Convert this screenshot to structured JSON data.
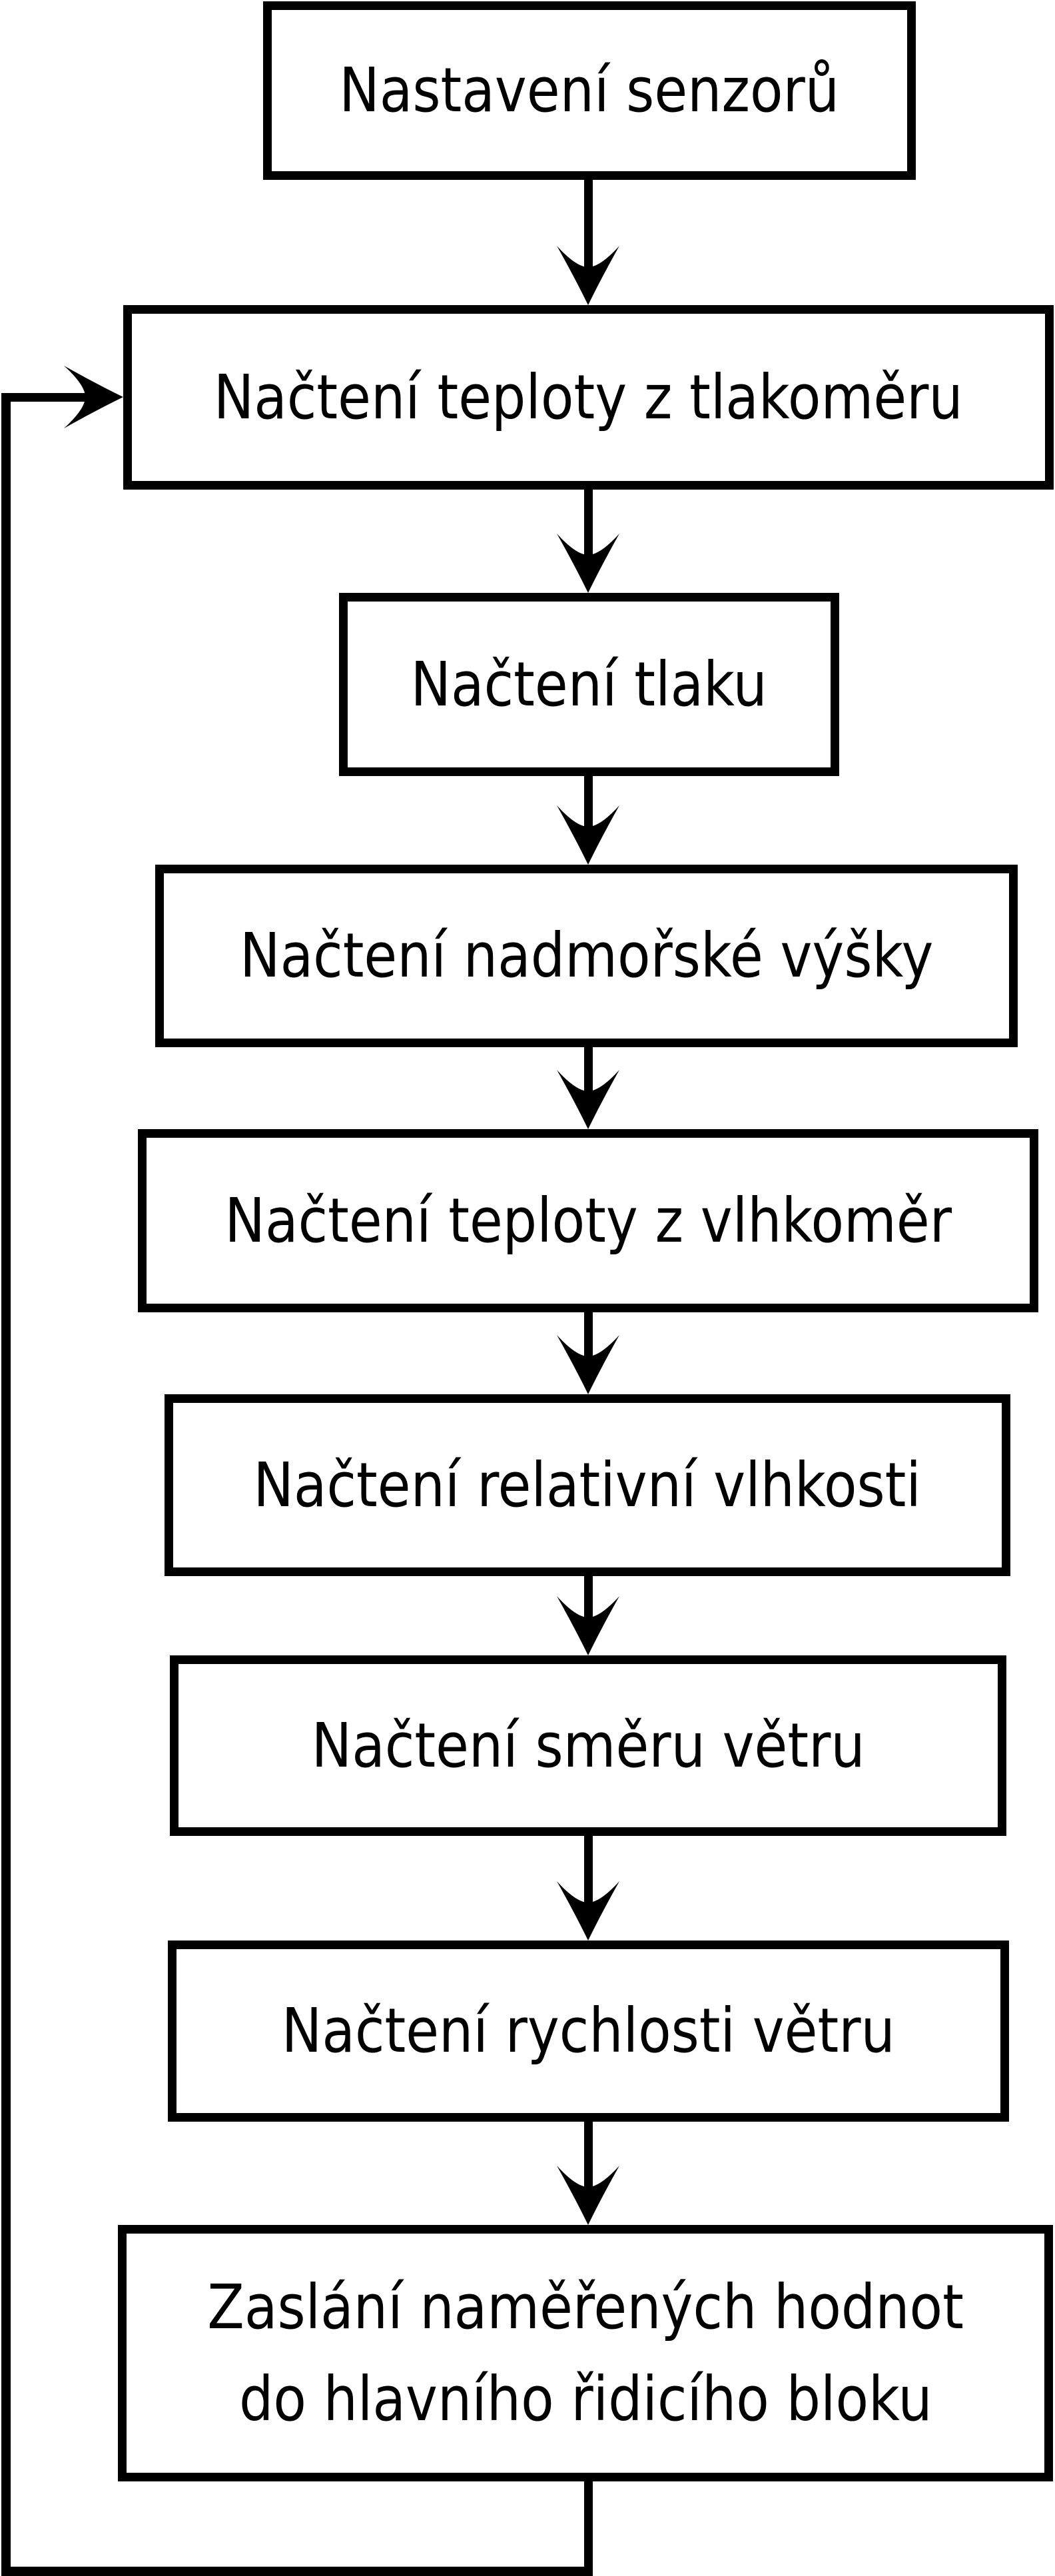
{
  "diagram": {
    "type": "flowchart",
    "background_color": "#ffffff",
    "stroke_color": "#000000",
    "box_fill_color": "#ffffff",
    "nodes": [
      {
        "label": "Nastavení senzorů"
      },
      {
        "label": "Načtení teploty z tlakoměru"
      },
      {
        "label": "Načtení tlaku"
      },
      {
        "label": "Načtení nadmořské výšky"
      },
      {
        "label": "Načtení teploty z vlhkoměr"
      },
      {
        "label": "Načtení relativní vlhkosti"
      },
      {
        "label": "Načtení směru větru"
      },
      {
        "label": "Načtení rychlosti větru"
      },
      {
        "label": "Zaslání naměřených hodnot do hlavního řidicího bloku",
        "lines": [
          "Zaslání naměřených hodnot",
          "do hlavního řidicího bloku"
        ]
      }
    ],
    "edges": [
      {
        "from": 0,
        "to": 1,
        "type": "arrow-down"
      },
      {
        "from": 1,
        "to": 2,
        "type": "arrow-down"
      },
      {
        "from": 2,
        "to": 3,
        "type": "arrow-down"
      },
      {
        "from": 3,
        "to": 4,
        "type": "arrow-down"
      },
      {
        "from": 4,
        "to": 5,
        "type": "arrow-down"
      },
      {
        "from": 5,
        "to": 6,
        "type": "arrow-down"
      },
      {
        "from": 6,
        "to": 7,
        "type": "arrow-down"
      },
      {
        "from": 7,
        "to": 8,
        "type": "arrow-down"
      },
      {
        "from": 8,
        "to": 1,
        "type": "loop-back-left-side"
      }
    ],
    "icons": {
      "arrowhead_down": "arrowhead-down-icon",
      "arrowhead_right": "arrowhead-right-icon"
    }
  }
}
